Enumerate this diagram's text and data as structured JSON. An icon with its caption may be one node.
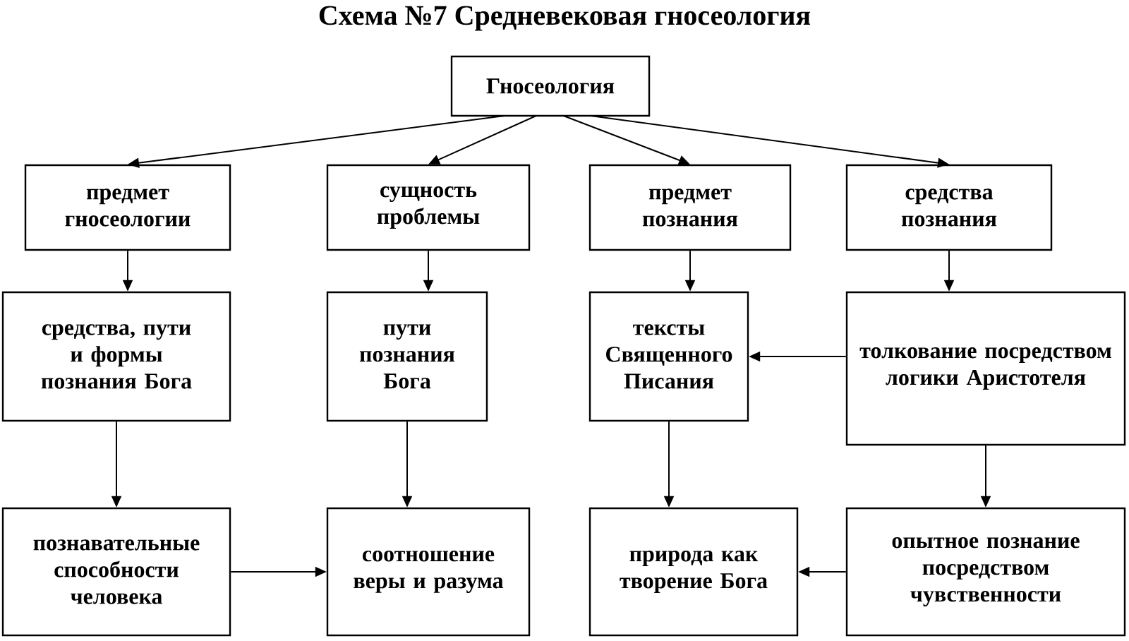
{
  "diagram": {
    "title": "Схема №7 Средневековая гносеология",
    "nodes": [
      {
        "text": [
          "Гносеология"
        ]
      },
      {
        "text": [
          "предмет гносеологии"
        ]
      },
      {
        "text": [
          "сущность проблемы"
        ]
      },
      {
        "text": [
          "предмет познания"
        ]
      },
      {
        "text": [
          "средства познания"
        ]
      },
      {
        "text": [
          "средства, пути и формы познания Бога"
        ]
      },
      {
        "text": [
          "пути познания Бога"
        ]
      },
      {
        "text": [
          "тексты Священного Писания"
        ]
      },
      {
        "text": [
          "толкование посредством логики Аристотеля"
        ]
      },
      {
        "text": [
          "познавательные способности человека"
        ]
      },
      {
        "text": [
          "соотношение веры и разума"
        ]
      },
      {
        "text": [
          "природа как творение Бога"
        ]
      },
      {
        "text": [
          "опытное познание посредством чувственности"
        ]
      }
    ],
    "edges": [
      {
        "from": 0,
        "to": 1,
        "arrow": "to"
      },
      {
        "from": 0,
        "to": 2,
        "arrow": "to"
      },
      {
        "from": 0,
        "to": 3,
        "arrow": "to"
      },
      {
        "from": 0,
        "to": 4,
        "arrow": "to"
      },
      {
        "from": 1,
        "to": 5,
        "arrow": "to"
      },
      {
        "from": 2,
        "to": 6,
        "arrow": "to"
      },
      {
        "from": 3,
        "to": 7,
        "arrow": "to"
      },
      {
        "from": 4,
        "to": 8,
        "arrow": "to"
      },
      {
        "from": 8,
        "to": 7,
        "arrow": "to"
      },
      {
        "from": 5,
        "to": 9,
        "arrow": "to"
      },
      {
        "from": 6,
        "to": 10,
        "arrow": "to"
      },
      {
        "from": 7,
        "to": 11,
        "arrow": "to"
      },
      {
        "from": 8,
        "to": 12,
        "arrow": "to"
      },
      {
        "from": 9,
        "to": 10,
        "arrow": "to"
      },
      {
        "from": 12,
        "to": 11,
        "arrow": "to"
      }
    ]
  }
}
